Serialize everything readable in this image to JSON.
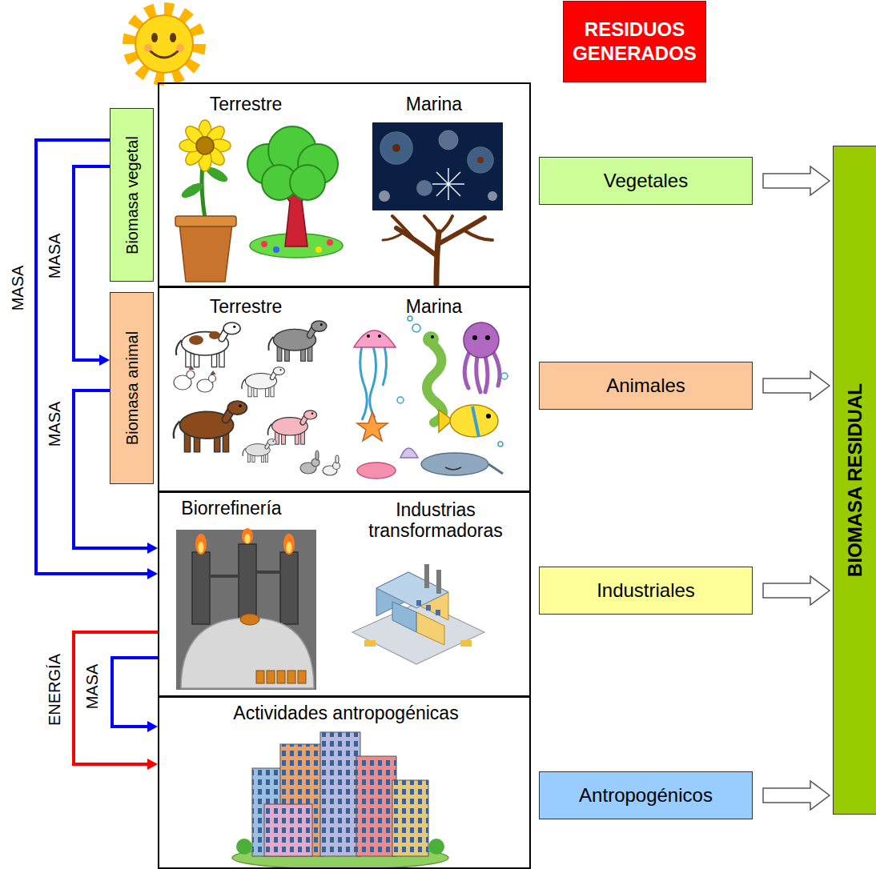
{
  "diagram": {
    "nodes": [
      {
        "text": [
          "RESIDUOS GENERADOS"
        ]
      },
      {
        "text": [
          "Biomasa vegetal"
        ]
      },
      {
        "text": [
          "Terrestre",
          "Marina"
        ]
      },
      {
        "text": [
          "Vegetales"
        ]
      },
      {
        "text": [
          "Biomasa animal"
        ]
      },
      {
        "text": [
          "Terrestre",
          "Marina"
        ]
      },
      {
        "text": [
          "Animales"
        ]
      },
      {
        "text": [
          "Biorrefinería",
          "Industrias transformadoras"
        ]
      },
      {
        "text": [
          "Industriales"
        ]
      },
      {
        "text": [
          "Actividades antropogénicas"
        ]
      },
      {
        "text": [
          "Antropogénicos"
        ]
      },
      {
        "text": [
          "BIOMASA RESIDUAL"
        ]
      }
    ],
    "edges": [
      {
        "from": 1,
        "to": 7,
        "label": "MASA",
        "arrow": "to"
      },
      {
        "from": 1,
        "to": 4,
        "label": "MASA",
        "arrow": "to"
      },
      {
        "from": 4,
        "to": 7,
        "label": "MASA",
        "arrow": "to"
      },
      {
        "from": 7,
        "to": 9,
        "label": "ENERGÍA",
        "arrow": "to"
      },
      {
        "from": 7,
        "to": 9,
        "label": "MASA",
        "arrow": "to"
      },
      {
        "from": 3,
        "to": 11,
        "arrow": "to"
      },
      {
        "from": 6,
        "to": 11,
        "arrow": "to"
      },
      {
        "from": 8,
        "to": 11,
        "arrow": "to"
      },
      {
        "from": 10,
        "to": 11,
        "arrow": "to"
      }
    ]
  }
}
